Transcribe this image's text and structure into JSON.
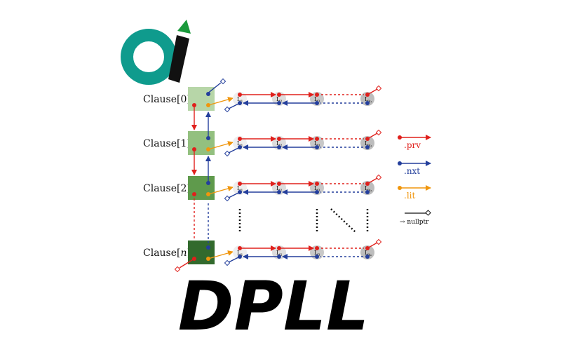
{
  "clauses": [
    {
      "label": "Clause",
      "index": "0",
      "italic": false,
      "color": "#b7d6a8",
      "last_literal_sub": "k₁"
    },
    {
      "label": "Clause",
      "index": "1",
      "italic": false,
      "color": "#93c07f",
      "last_literal_sub": "k₁"
    },
    {
      "label": "Clause",
      "index": "2",
      "italic": false,
      "color": "#5f9a4c",
      "last_literal_sub": "k₂"
    },
    {
      "label": "Clause",
      "index": "n",
      "italic": true,
      "color": "#326a2d",
      "last_literal_sub": "kₙ"
    }
  ],
  "literals": [
    "L",
    "L",
    "L",
    "L"
  ],
  "literal_subs": [
    "1",
    "2",
    "3"
  ],
  "legend": {
    "prv": {
      "label": ".prv",
      "color": "#e0201c"
    },
    "nxt": {
      "label": ".nxt",
      "color": "#243f9c"
    },
    "lit": {
      "label": ".lit",
      "color": "#f0960d"
    },
    "nullptr": {
      "label": "→ nullptr"
    }
  },
  "title": "DPLL",
  "logo": {
    "text": "oi",
    "ring_color": "#0f9b8d",
    "pen_color": "#111111",
    "tip_color": "#1a9a3c"
  }
}
